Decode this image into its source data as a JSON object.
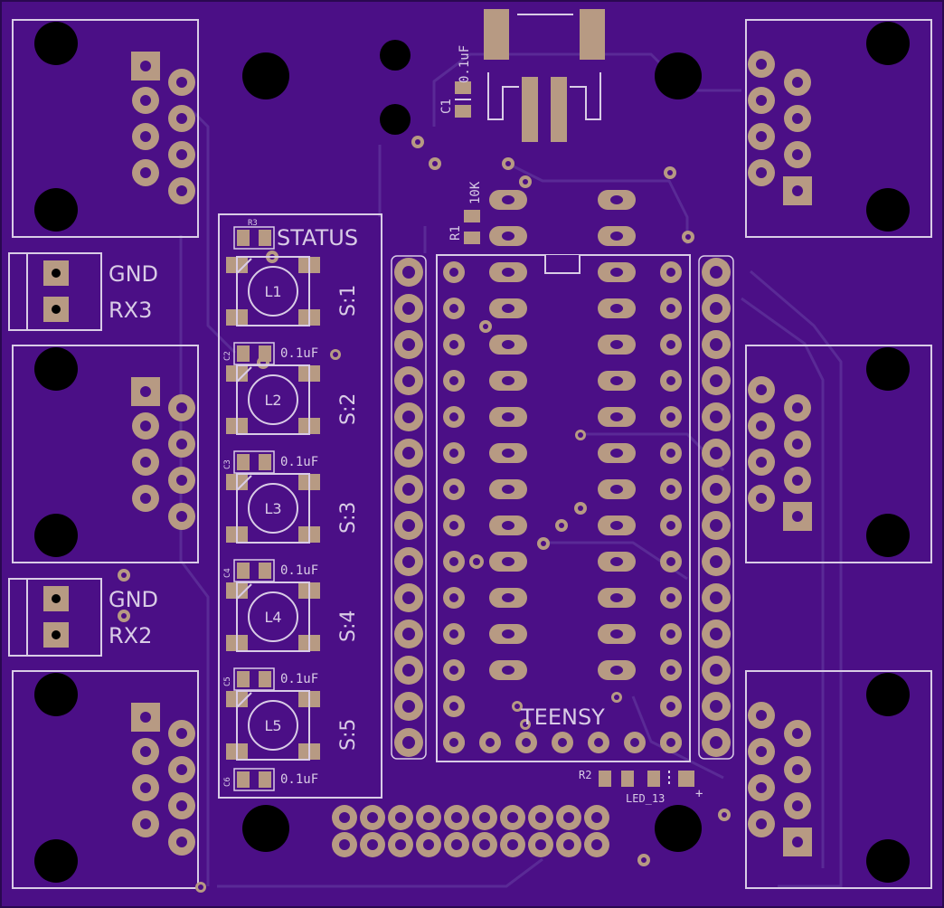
{
  "board": {
    "substrate_color": "#4b0f86",
    "pad_color": "#b79a83",
    "silk_color": "#d9cce6",
    "trace_color": "#5a2a96",
    "hole_color": "#000000"
  },
  "labels": {
    "status": "STATUS",
    "teensy": "TEENSY",
    "r1": "R1",
    "r1_value": "10K",
    "r2": "R2",
    "r3": "R3",
    "c1": "C1",
    "c1_value": "0.1uF",
    "led13": "LED_13",
    "plus": "+",
    "gnd_1": "GND",
    "rx3": "RX3",
    "gnd_2": "GND",
    "rx2": "RX2"
  },
  "status_leds": [
    {
      "led": "L1",
      "switch": "S:1",
      "cap": "",
      "cap_value": ""
    },
    {
      "led": "L2",
      "switch": "S:2",
      "cap": "C2",
      "cap_value": "0.1uF"
    },
    {
      "led": "L3",
      "switch": "S:3",
      "cap": "C3",
      "cap_value": "0.1uF"
    },
    {
      "led": "L4",
      "switch": "S:4",
      "cap": "C4",
      "cap_value": "0.1uF"
    },
    {
      "led": "L5",
      "switch": "S:5",
      "cap": "C5",
      "cap_value": "0.1uF"
    }
  ],
  "bottom_cap": {
    "name": "C6",
    "value": "0.1uF"
  }
}
